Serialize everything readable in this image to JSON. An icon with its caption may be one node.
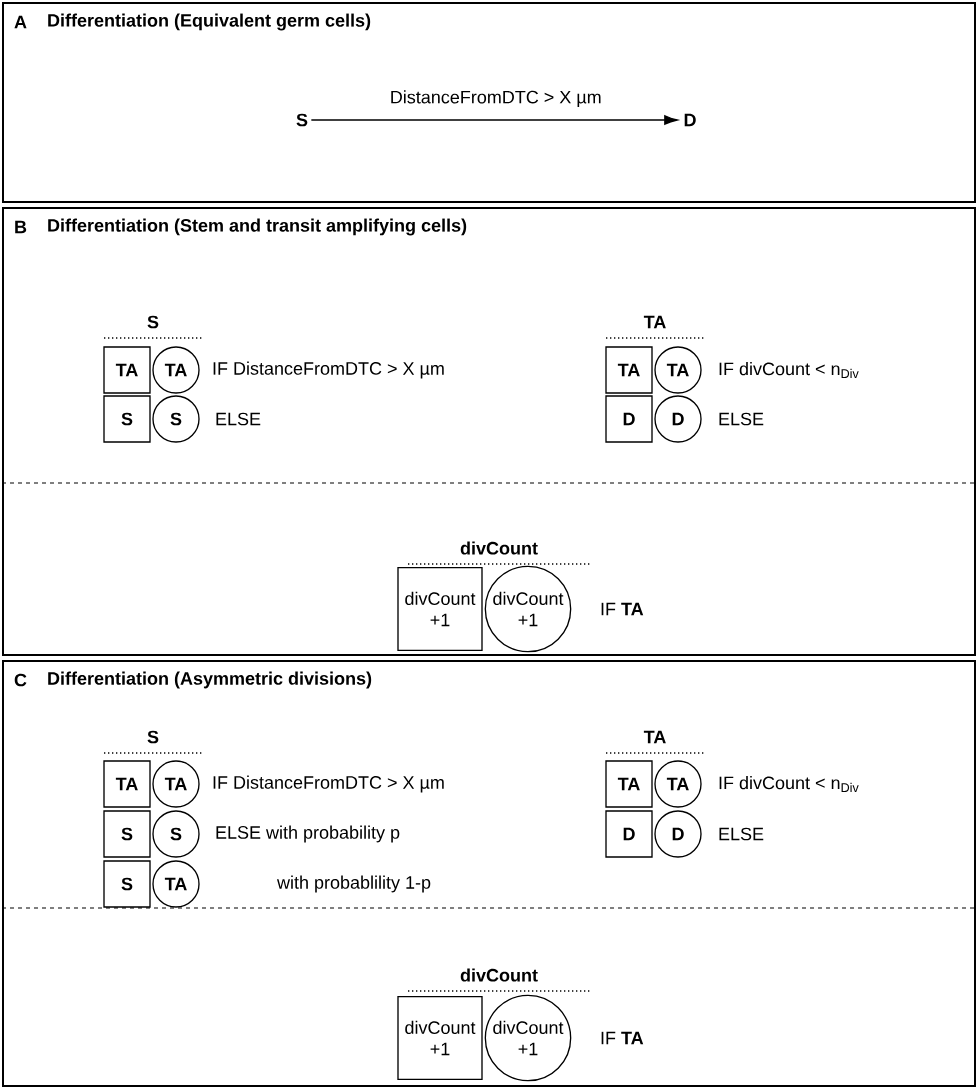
{
  "diagram": {
    "nodes": [
      {
        "text": [
          "A",
          "Differentiation (Equivalent germ cells)"
        ]
      },
      {
        "text": [
          "S"
        ],
        "in": 0
      },
      {
        "text": [
          "D"
        ],
        "in": 0
      },
      {
        "text": [
          "B",
          "Differentiation (Stem and transit amplifying cells)"
        ]
      },
      {
        "text": [
          "TA"
        ],
        "in": 3
      },
      {
        "text": [
          "TA"
        ],
        "in": 3
      },
      {
        "text": [
          "S"
        ],
        "in": 3
      },
      {
        "text": [
          "S"
        ],
        "in": 3
      },
      {
        "text": [
          "TA"
        ],
        "in": 3
      },
      {
        "text": [
          "TA"
        ],
        "in": 3
      },
      {
        "text": [
          "D"
        ],
        "in": 3
      },
      {
        "text": [
          "D"
        ],
        "in": 3
      },
      {
        "text": [
          "divCount +1"
        ],
        "in": 3
      },
      {
        "text": [
          "divCount +1"
        ],
        "in": 3
      },
      {
        "text": [
          "C",
          "Differentiation (Asymmetric divisions)"
        ]
      },
      {
        "text": [
          "TA"
        ],
        "in": 14
      },
      {
        "text": [
          "TA"
        ],
        "in": 14
      },
      {
        "text": [
          "S"
        ],
        "in": 14
      },
      {
        "text": [
          "S"
        ],
        "in": 14
      },
      {
        "text": [
          "S"
        ],
        "in": 14
      },
      {
        "text": [
          "TA"
        ],
        "in": 14
      },
      {
        "text": [
          "TA"
        ],
        "in": 14
      },
      {
        "text": [
          "TA"
        ],
        "in": 14
      },
      {
        "text": [
          "D"
        ],
        "in": 14
      },
      {
        "text": [
          "D"
        ],
        "in": 14
      },
      {
        "text": [
          "divCount +1"
        ],
        "in": 14
      },
      {
        "text": [
          "divCount +1"
        ],
        "in": 14
      }
    ],
    "edges": [
      {
        "from": 1,
        "to": 2,
        "arrow": "to",
        "label": "DistanceFromDTC > X µm"
      }
    ],
    "labels": [
      "S",
      "IF DistanceFromDTC > X µm",
      "ELSE",
      "TA",
      "IF divCount < n$_{Div}$",
      "ELSE",
      "divCount",
      "IF **TA**",
      "S",
      "IF DistanceFromDTC > X µm",
      "ELSE with probability p",
      "with probablility 1-p",
      "TA",
      "IF divCount < n$_{Div}$",
      "ELSE",
      "divCount",
      "IF **TA**"
    ]
  }
}
